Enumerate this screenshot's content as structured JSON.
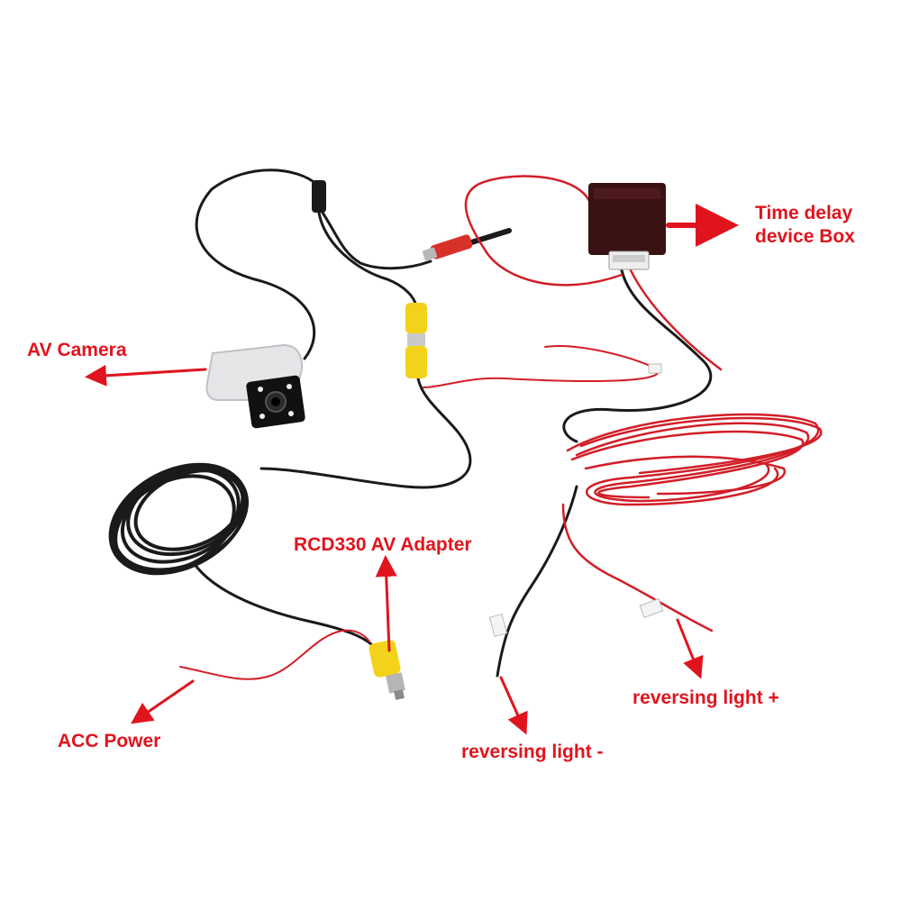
{
  "labels": {
    "time_delay_line1": "Time delay",
    "time_delay_line2": "device Box",
    "av_camera": "AV Camera",
    "rcd330_adapter": "RCD330 AV Adapter",
    "acc_power": "ACC Power",
    "reversing_light_minus": "reversing light -",
    "reversing_light_plus": "reversing light +"
  },
  "colors": {
    "label_text": "#e0141e",
    "arrow": "#e0141e",
    "wire_black": "#1a1a1a",
    "wire_red": "#d21e28",
    "rca_yellow": "#f2d21a",
    "rca_red": "#d8302a",
    "box_body": "#3a1214",
    "camera_housing": "#e6e6e8",
    "background": "#ffffff"
  }
}
